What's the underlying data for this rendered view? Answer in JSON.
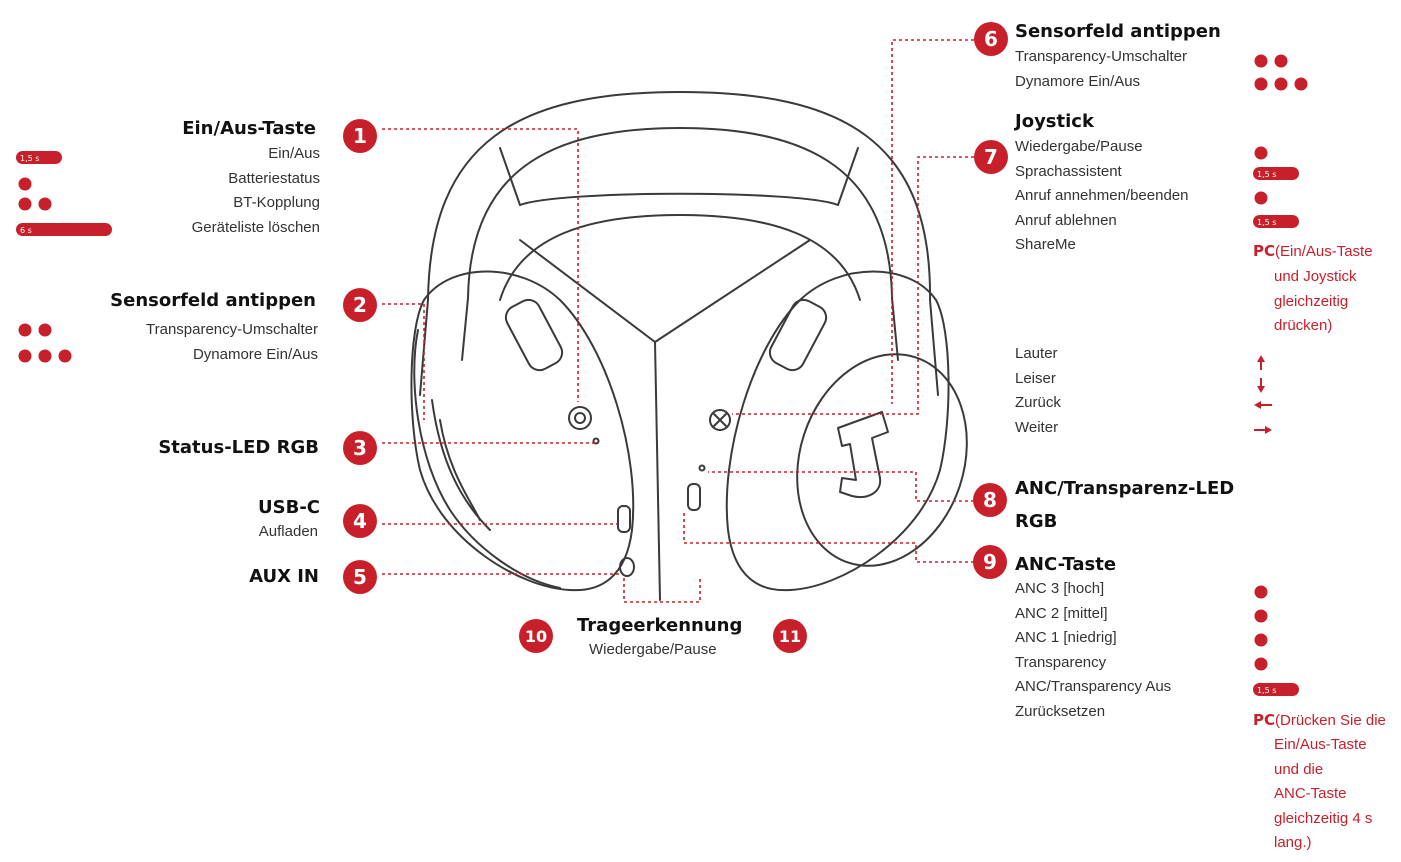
{
  "colors": {
    "accent": "#c8202b",
    "text": "#222222",
    "outline": "#3a3a3a"
  },
  "callouts": {
    "c1": {
      "num": "1",
      "title": "Ein/Aus-Taste",
      "items": [
        "Ein/Aus",
        "Batteriestatus",
        "BT-Kopplung",
        "Geräteliste löschen"
      ]
    },
    "c2": {
      "num": "2",
      "title": "Sensorfeld antippen",
      "items": [
        "Transparency-Umschalter",
        "Dynamore Ein/Aus"
      ]
    },
    "c3": {
      "num": "3",
      "title": "Status-LED RGB"
    },
    "c4": {
      "num": "4",
      "title": "USB-C",
      "items": [
        "Aufladen"
      ]
    },
    "c5": {
      "num": "5",
      "title": "AUX IN"
    },
    "c6": {
      "num": "6",
      "title": "Sensorfeld antippen",
      "items": [
        "Transparency-Umschalter",
        "Dynamore Ein/Aus"
      ]
    },
    "c7": {
      "num": "7",
      "title": "Joystick",
      "items": [
        "Wiedergabe/Pause",
        "Sprachassistent",
        "Anruf annehmen/beenden",
        "Anruf ablehnen",
        "ShareMe"
      ],
      "directions": [
        "Lauter",
        "Leiser",
        "Zurück",
        "Weiter"
      ],
      "pc_label": "PC",
      "pc_note": [
        "(Ein/Aus-Taste",
        "und Joystick",
        "gleichzeitig",
        "drücken)"
      ]
    },
    "c8": {
      "num": "8",
      "title": [
        "ANC/Transparenz-LED",
        "RGB"
      ]
    },
    "c9": {
      "num": "9",
      "title": "ANC-Taste",
      "items": [
        "ANC 3 [hoch]",
        "ANC 2 [mittel]",
        "ANC 1 [niedrig]",
        "Transparency",
        "ANC/Transparency Aus",
        "Zurücksetzen"
      ],
      "pc_label": "PC",
      "pc_note": [
        "(Drücken Sie die",
        "Ein/Aus-Taste",
        "und die",
        "ANC-Taste",
        "gleichzeitig 4 s",
        "lang.)"
      ]
    },
    "c10": {
      "num": "10"
    },
    "c11": {
      "num": "11"
    },
    "wear": {
      "title": "Trageerkennung",
      "items": [
        "Wiedergabe/Pause"
      ]
    }
  },
  "press_bars": {
    "t15": "1,5 s",
    "t6": "6 s"
  }
}
